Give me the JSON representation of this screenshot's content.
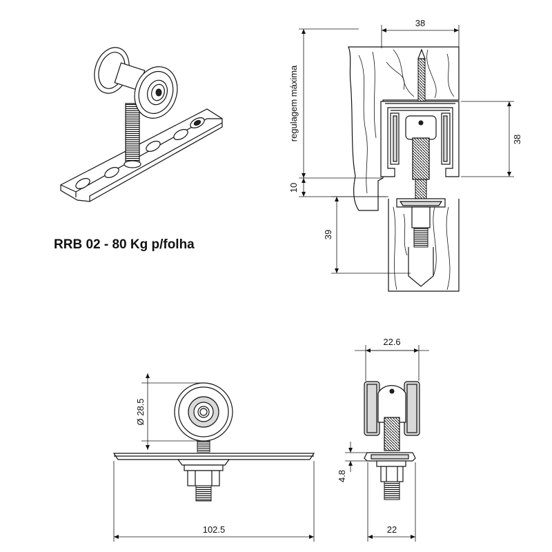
{
  "product": {
    "title": "RRB 02 - 80 Kg p/folha"
  },
  "dimensions": {
    "top_width": "38",
    "track_height": "38",
    "adjust_label": "regulagem máxima",
    "gap": "10",
    "door_depth": "39",
    "wheel_diameter": "Ø 28.5",
    "plate_length": "102.5",
    "bracket_width": "22.6",
    "base_width": "22",
    "nut_height": "4.8"
  },
  "colors": {
    "line": "#111111",
    "fill_grey": "#d9d9d9",
    "background": "#ffffff"
  }
}
